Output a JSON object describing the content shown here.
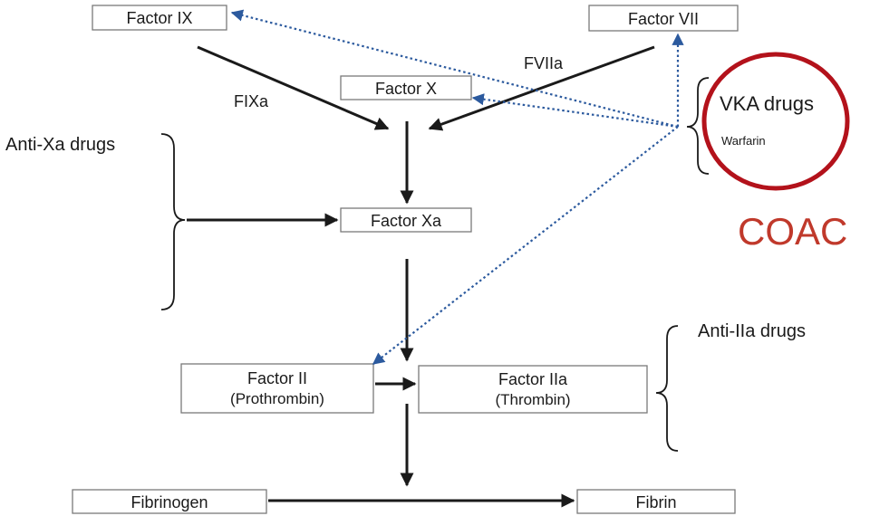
{
  "factors": {
    "ix": "Factor IX",
    "vii": "Factor VII",
    "x": "Factor X",
    "xa": "Factor Xa",
    "ii_line1": "Factor II",
    "ii_line2": "(Prothrombin)",
    "iia_line1": "Factor IIa",
    "iia_line2": "(Thrombin)",
    "fibrinogen": "Fibrinogen",
    "fibrin": "Fibrin"
  },
  "edge_labels": {
    "fixa": "FIXa",
    "fviia": "FVIIa"
  },
  "drug_groups": {
    "anti_xa": "Anti-Xa drugs",
    "vka": "VKA drugs",
    "vka_example": "Warfarin",
    "anti_iia": "Anti-IIa drugs"
  },
  "annotation": {
    "coac": "COAC",
    "color": "#c0392b"
  },
  "colors": {
    "arrow": "#1a1a1a",
    "dotted_arrow": "#2c5a9e",
    "circle": "#b3121b"
  }
}
